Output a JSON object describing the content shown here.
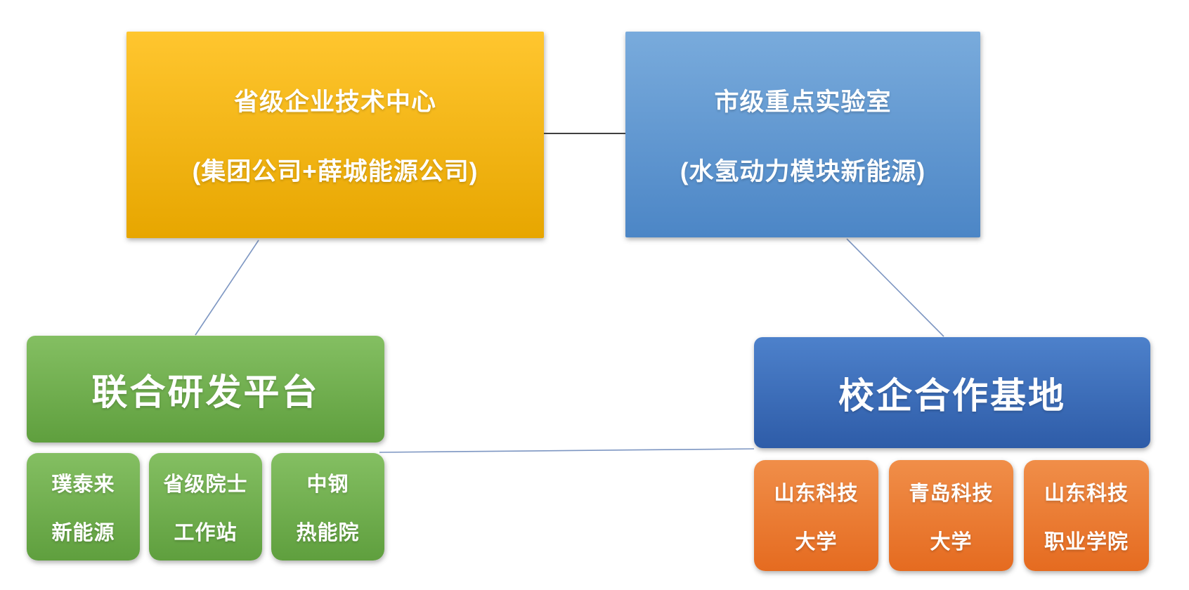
{
  "diagram": {
    "top_left": {
      "line1": "省级企业技术中心",
      "line2": "(集团公司+薛城能源公司)"
    },
    "top_right": {
      "line1": "市级重点实验室",
      "line2": "(水氢动力模块新能源)"
    },
    "left_platform": {
      "label": "联合研发平台"
    },
    "right_platform": {
      "label": "校企合作基地"
    },
    "left_children": [
      {
        "line1": "璞泰来",
        "line2": "新能源"
      },
      {
        "line1": "省级院士",
        "line2": "工作站"
      },
      {
        "line1": "中钢",
        "line2": "热能院"
      }
    ],
    "right_children": [
      {
        "line1": "山东科技",
        "line2": "大学"
      },
      {
        "line1": "青岛科技",
        "line2": "大学"
      },
      {
        "line1": "山东科技",
        "line2": "职业学院"
      }
    ],
    "colors": {
      "gold_top": "#ffc62f",
      "gold_bottom": "#e7a600",
      "sky_top": "#79abdc",
      "sky_bottom": "#4c86c6",
      "green_top": "#84bf62",
      "green_bottom": "#5f9f3e",
      "royal_top": "#4d81cb",
      "royal_bottom": "#2e5ca8",
      "orange_top": "#f08e49",
      "orange_bottom": "#e56b20",
      "connector_dark": "#3f3f3f",
      "connector_blue": "#7d96c2"
    }
  }
}
